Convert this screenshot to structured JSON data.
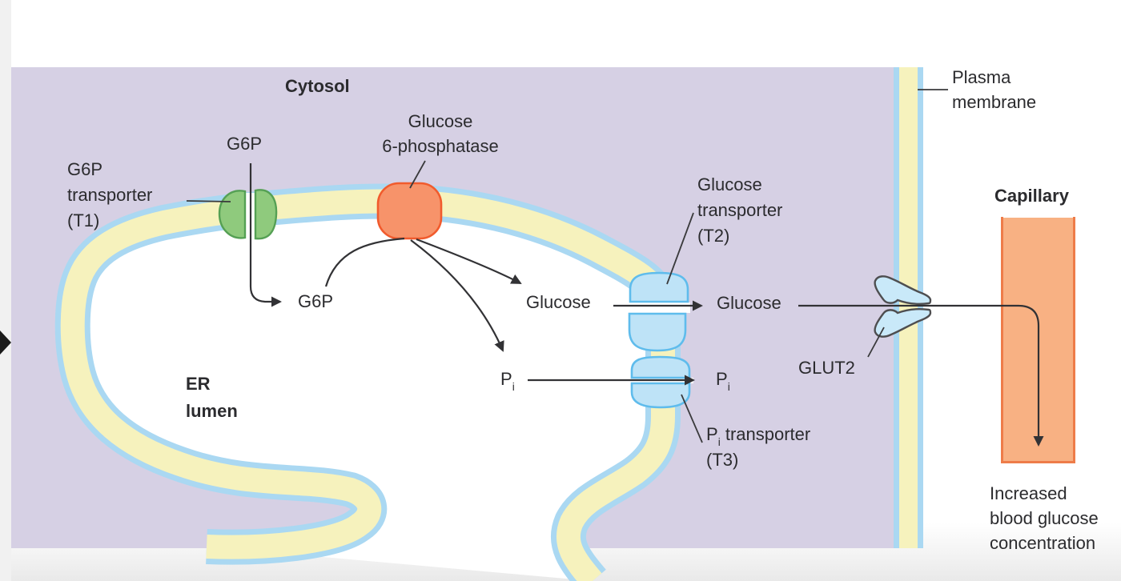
{
  "figure": "Glucose 6-phosphatase system: G6P hydrolysis in the ER and glucose export to blood",
  "colors": {
    "cytosol_fill": "#D6D0E4",
    "er_lumen_fill": "#FFFFFF",
    "membrane_yellow": "#F6F2BD",
    "membrane_blue": "#AAD8F2",
    "transporter_green_fill": "#8FCA7D",
    "transporter_green_stroke": "#55A054",
    "enzyme_orange_fill": "#F7936A",
    "enzyme_orange_stroke": "#F15B2D",
    "transporter_blue_fill": "#BEE3F7",
    "transporter_blue_stroke": "#5FBCEC",
    "glut2_fill": "#C9E9F9",
    "glut2_stroke": "#4E4E50",
    "capillary_fill": "#F8B183",
    "capillary_stroke": "#EE7C49",
    "arrow_color": "#323235",
    "text_color": "#2B2B2E"
  },
  "labels": {
    "cytosol": "Cytosol",
    "g6p_above_t1": "G6P",
    "g6p_transporter": {
      "lines": [
        "G6P",
        "transporter",
        "(T1)"
      ]
    },
    "enzyme": {
      "lines": [
        "Glucose",
        "6-phosphatase"
      ]
    },
    "er_lumen": {
      "lines": [
        "ER",
        "lumen"
      ]
    },
    "g6p_lumen": "G6P",
    "glucose_lumen": "Glucose",
    "glucose_cytosol": "Glucose",
    "pi": {
      "main": "P",
      "sub": "i"
    },
    "glucose_transporter": {
      "lines": [
        "Glucose",
        "transporter",
        "(T2)"
      ]
    },
    "pi_transporter": {
      "p": "P",
      "sub": "i",
      "rest": " transporter",
      "line2": "(T3)"
    },
    "glut2": "GLUT2",
    "plasma_membrane": {
      "lines": [
        "Plasma",
        "membrane"
      ]
    },
    "capillary": "Capillary",
    "increased_blood_glucose": {
      "lines": [
        "Increased",
        "blood glucose",
        "concentration"
      ]
    }
  }
}
